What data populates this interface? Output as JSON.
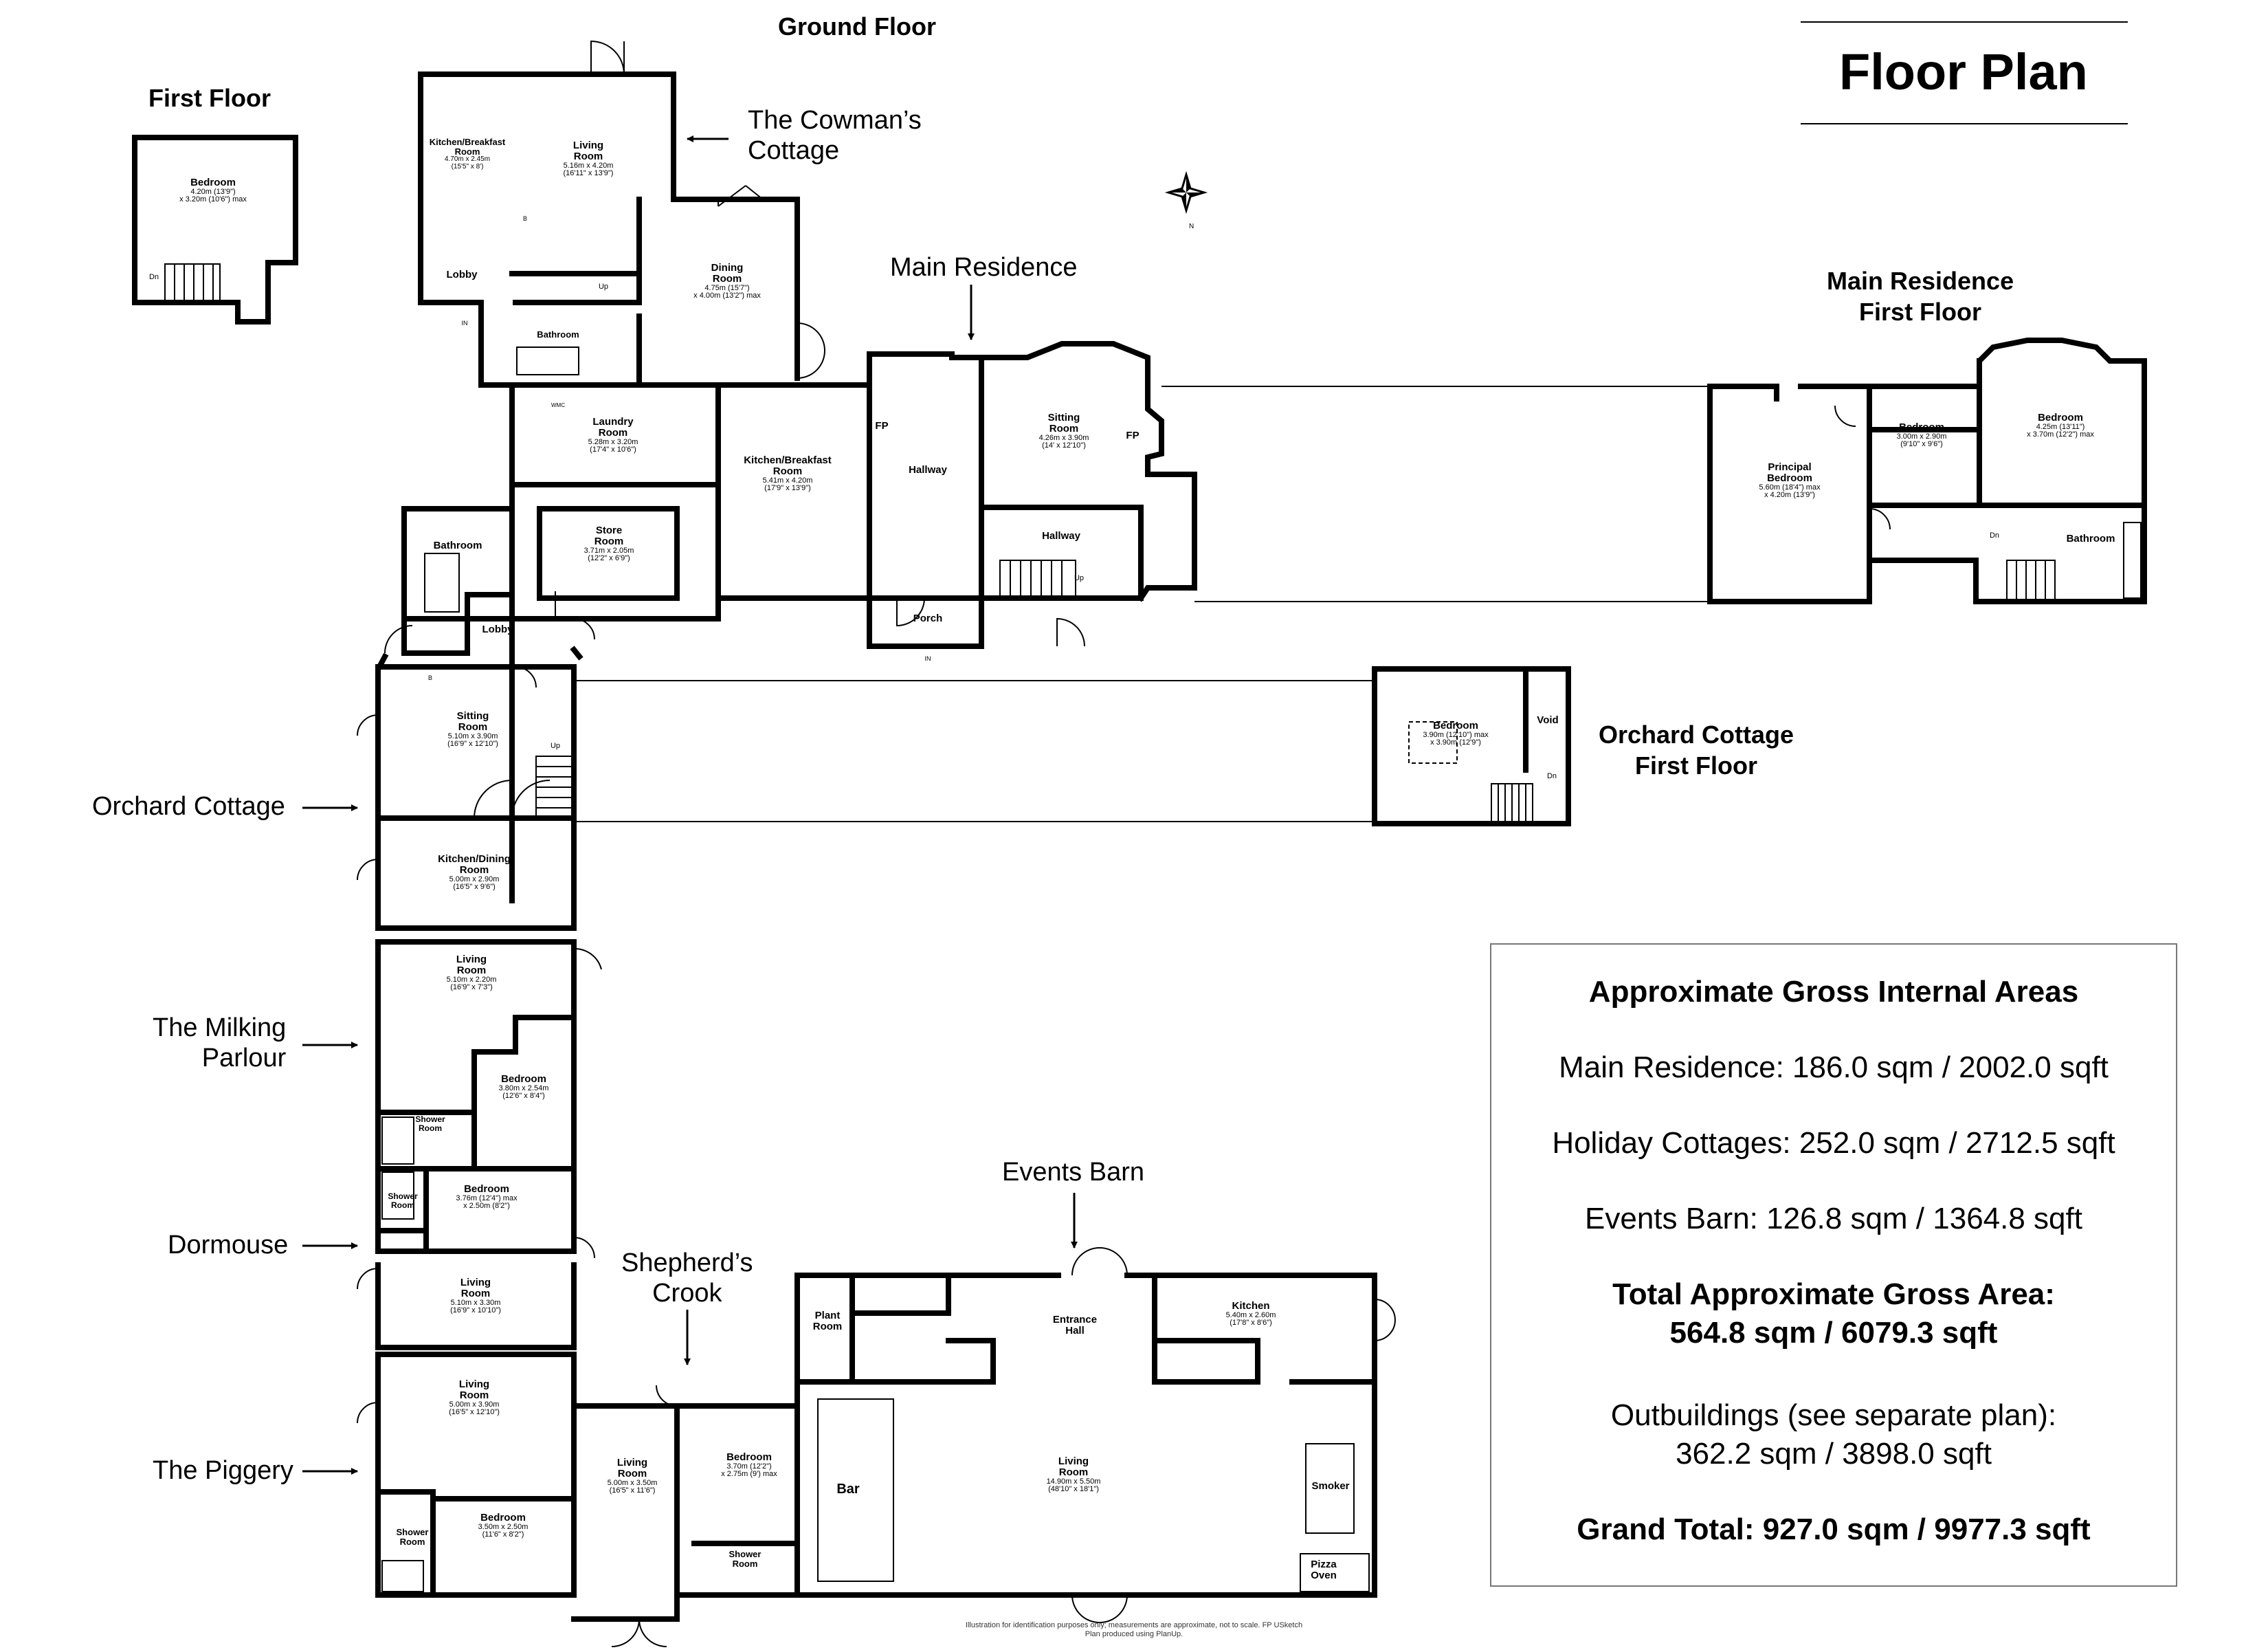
{
  "title": "Floor Plan",
  "floor_headings": {
    "ground_floor": "Ground Floor",
    "first_floor": "First Floor",
    "main_residence_first_floor": "Main Residence\nFirst Floor",
    "orchard_cottage_first_floor": "Orchard Cottage\nFirst Floor"
  },
  "building_labels": {
    "cowmans_cottage": "The Cowman’s\nCottage",
    "main_residence": "Main Residence",
    "orchard_cottage": "Orchard Cottage",
    "milking_parlour": "The Milking\nParlour",
    "dormouse": "Dormouse",
    "piggery": "The Piggery",
    "shepherds_crook": "Shepherd’s\nCrook",
    "events_barn": "Events Barn"
  },
  "rooms": {
    "ff_bedroom": {
      "name": "Bedroom",
      "dims": "4.20m (13'9\")\nx 3.20m (10'6\") max"
    },
    "cc_kitchen": {
      "name": "Kitchen/Breakfast\nRoom",
      "dims": "4.70m x 2.45m\n(15'5\" x 8')"
    },
    "cc_living": {
      "name": "Living\nRoom",
      "dims": "5.16m x 4.20m\n(16'11\" x 13'9\")"
    },
    "cc_lobby": {
      "name": "Lobby"
    },
    "cc_bathroom": {
      "name": "Bathroom"
    },
    "cc_dining": {
      "name": "Dining\nRoom",
      "dims": "4.75m (15'7\")\nx 4.00m (13'2\") max"
    },
    "laundry": {
      "name": "Laundry\nRoom",
      "dims": "5.28m x 3.20m\n(17'4\" x 10'6\")"
    },
    "mr_kitchen": {
      "name": "Kitchen/Breakfast\nRoom",
      "dims": "5.41m x 4.20m\n(17'9\" x 13'9\")"
    },
    "store": {
      "name": "Store\nRoom",
      "dims": "3.71m x 2.05m\n(12'2\" x 6'9\")"
    },
    "oc_bathroom": {
      "name": "Bathroom"
    },
    "oc_lobby": {
      "name": "Lobby"
    },
    "mr_hallway": {
      "name": "Hallway"
    },
    "mr_sitting": {
      "name": "Sitting\nRoom",
      "dims": "4.26m x 3.90m\n(14' x 12'10\")"
    },
    "mr_hallway2": {
      "name": "Hallway"
    },
    "porch": {
      "name": "Porch"
    },
    "mr_principal": {
      "name": "Principal\nBedroom",
      "dims": "5.60m (18'4\") max\nx 4.20m (13'9\")"
    },
    "mr_bedroom2": {
      "name": "Bedroom",
      "dims": "3.00m x 2.90m\n(9'10\" x 9'6\")"
    },
    "mr_bedroom3": {
      "name": "Bedroom",
      "dims": "4.25m (13'11\")\nx 3.70m (12'2\") max"
    },
    "mr_bathroom": {
      "name": "Bathroom"
    },
    "oc_sitting": {
      "name": "Sitting\nRoom",
      "dims": "5.10m x 3.90m\n(16'9\" x 12'10\")"
    },
    "oc_kitchen": {
      "name": "Kitchen/Dining\nRoom",
      "dims": "5.00m x 2.90m\n(16'5\" x 9'6\")"
    },
    "ocff_bedroom": {
      "name": "Bedroom",
      "dims": "3.90m (12'10\") max\nx 3.90m (12'9\")"
    },
    "ocff_void": {
      "name": "Void"
    },
    "mp_living": {
      "name": "Living\nRoom",
      "dims": "5.10m x 2.20m\n(16'9\" x 7'3\")"
    },
    "mp_bedroom": {
      "name": "Bedroom",
      "dims": "3.80m x 2.54m\n(12'6\" x 8'4\")"
    },
    "mp_shower": {
      "name": "Shower\nRoom"
    },
    "dm_shower": {
      "name": "Shower\nRoom"
    },
    "dm_bedroom": {
      "name": "Bedroom",
      "dims": "3.76m (12'4\") max\nx 2.50m (8'2\")"
    },
    "dm_living": {
      "name": "Living\nRoom",
      "dims": "5.10m x 3.30m\n(16'9\" x 10'10\")"
    },
    "pg_living": {
      "name": "Living\nRoom",
      "dims": "5.00m x 3.90m\n(16'5\" x 12'10\")"
    },
    "pg_shower": {
      "name": "Shower\nRoom"
    },
    "pg_bedroom": {
      "name": "Bedroom",
      "dims": "3.50m x 2.50m\n(11'6\" x 8'2\")"
    },
    "sc_living": {
      "name": "Living\nRoom",
      "dims": "5.00m x 3.50m\n(16'5\" x 11'6\")"
    },
    "sc_bedroom": {
      "name": "Bedroom",
      "dims": "3.70m (12'2\")\nx 2.75m (9') max"
    },
    "sc_shower": {
      "name": "Shower\nRoom"
    },
    "eb_plant": {
      "name": "Plant\nRoom"
    },
    "eb_hall": {
      "name": "Entrance\nHall"
    },
    "eb_kitchen": {
      "name": "Kitchen",
      "dims": "5.40m x 2.60m\n(17'8\" x 8'6\")"
    },
    "eb_living": {
      "name": "Living\nRoom",
      "dims": "14.90m x 5.50m\n(48'10\" x 18'1\")"
    },
    "eb_bar": {
      "name": "Bar"
    },
    "eb_smoker": {
      "name": "Smoker"
    },
    "eb_pizza": {
      "name": "Pizza\nOven"
    }
  },
  "fixtures": {
    "fp": "FP",
    "up": "Up",
    "dn": "Dn",
    "in": "IN",
    "wmc": "WMC",
    "b": "B"
  },
  "areas": {
    "heading": "Approximate Gross Internal Areas",
    "main_residence": "Main Residence: 186.0 sqm / 2002.0 sqft",
    "holiday_cottages": "Holiday Cottages: 252.0 sqm / 2712.5 sqft",
    "events_barn": "Events Barn: 126.8 sqm / 1364.8 sqft",
    "total_heading": "Total Approximate Gross Area:",
    "total_value": "564.8 sqm / 6079.3 sqft",
    "outbuildings_heading": "Outbuildings (see separate plan):",
    "outbuildings_value": "362.2 sqm / 3898.0 sqft",
    "grand_total": "Grand Total: 927.0 sqm / 9977.3 sqft"
  },
  "disclaimer": "Illustration for identification purposes only; measurements are approximate, not to scale. FP USketch\nPlan produced using PlanUp."
}
